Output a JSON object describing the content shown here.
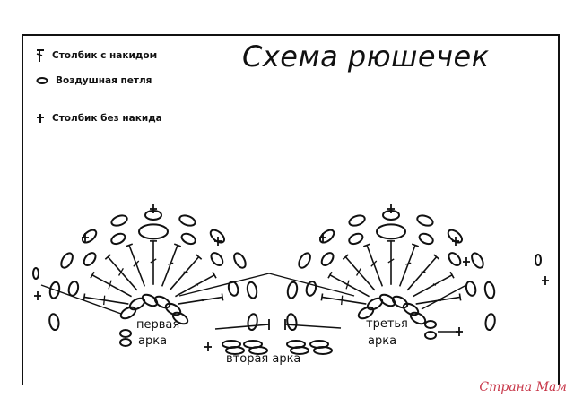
{
  "title": "Схема рюшечек",
  "legend": {
    "double_crochet": "Столбик с накидом",
    "chain": "Воздушная петля",
    "single_crochet": "Столбик без накида"
  },
  "labels": {
    "first_arch_1": "первая",
    "first_arch_2": "арка",
    "second_arch": "вторая арка",
    "third_arch_1": "третья",
    "third_arch_2": "арка"
  },
  "watermark": "Страна Мам",
  "colors": {
    "ink": "#111111",
    "watermark": "#c8384a"
  }
}
